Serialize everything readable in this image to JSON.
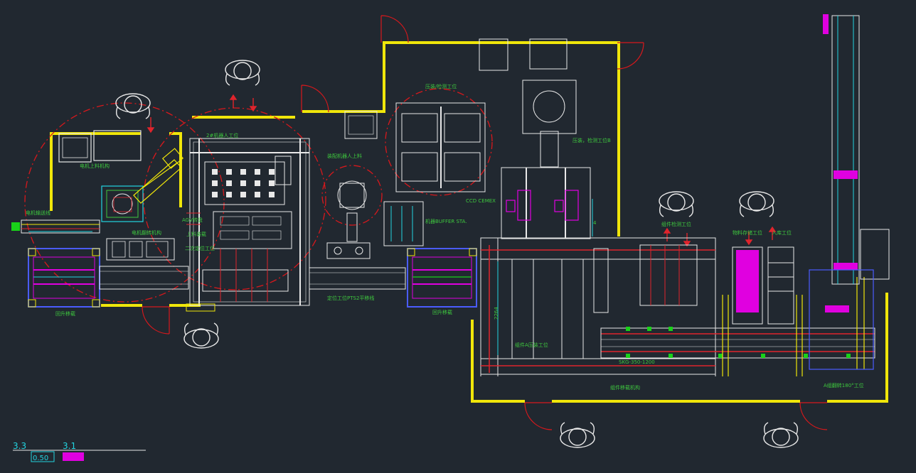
{
  "colors": {
    "background": "#212830",
    "wall": "#f0e60a",
    "door": "#d8181c",
    "frame": "#d8dde3",
    "label": "#3ec83e",
    "rail_red": "#e0242c",
    "cyan": "#22d4e0",
    "magenta": "#e000e0",
    "blue": "#4a5cff",
    "green": "#19d119"
  },
  "labels": {
    "motor_loading_robot": "电机上料机构",
    "motor_line_transfer": "电机输送线",
    "motor_flip_robot": "电机翻转机构",
    "return_transfer_left": "回升移载",
    "station_2": "2#机器人工位",
    "agv_turntable": "AGV转盘",
    "screw_1": "上料装载",
    "screw_2": "二次定位工位",
    "robot_loading": "装配机器人上料",
    "buffer": "机器BUFFER STA.",
    "pts_line": "定位工位PTS2平移线",
    "return_transfer_right": "回升移载",
    "press_fit": "压装/检测工位",
    "press_side": "压装，检测工位B",
    "ccd": "CCD CEMEX",
    "dim_vertical": "4",
    "dim_length": "2264",
    "press_b": "组件A压装工位",
    "inspect_st": "组件检测工位",
    "material_st": "物料存储工位",
    "entry_st": "入库工位",
    "bottom_transfer": "组件移载机构",
    "rotate_st": "A组翻转180°工位",
    "conveyor_tag": "SKG-350-1200",
    "scale_a": "3.3",
    "scale_b": "3.1",
    "scale_c": "0.50"
  }
}
